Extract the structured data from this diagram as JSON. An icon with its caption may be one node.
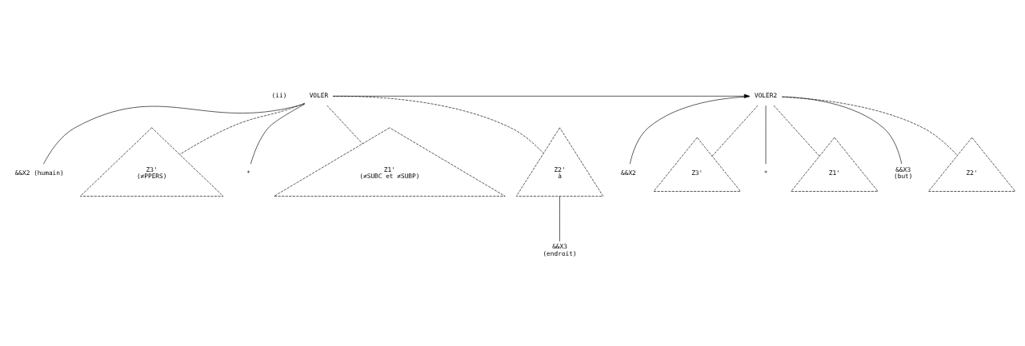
{
  "diagram": {
    "nodes": [
      {
        "text": [
          "VOLER"
        ]
      },
      {
        "text": [
          "&&X2 (humain)"
        ]
      },
      {
        "text": [
          "Z3'",
          "(≠PPERS)"
        ]
      },
      {
        "text": [
          "*"
        ]
      },
      {
        "text": [
          "Z1'",
          "(≠SUBC et ≠SUBP)"
        ]
      },
      {
        "text": [
          "Z2'",
          "à"
        ]
      },
      {
        "text": [
          "&&X3",
          "(endroit)"
        ]
      },
      {
        "text": [
          "VOLER2"
        ]
      },
      {
        "text": [
          "&&X2"
        ]
      },
      {
        "text": [
          "Z3'"
        ]
      },
      {
        "text": [
          "*"
        ]
      },
      {
        "text": [
          "Z1'"
        ]
      },
      {
        "text": [
          "&&X3",
          "(but)"
        ]
      },
      {
        "text": [
          "Z2'"
        ]
      }
    ],
    "edges": [
      {
        "from": 0,
        "to": 1,
        "arrow": "none"
      },
      {
        "from": 0,
        "to": 2,
        "arrow": "none",
        "style": "dashed"
      },
      {
        "from": 0,
        "to": 3,
        "arrow": "none"
      },
      {
        "from": 0,
        "to": 4,
        "arrow": "none",
        "style": "dashed"
      },
      {
        "from": 0,
        "to": 5,
        "arrow": "none",
        "style": "dashed"
      },
      {
        "from": 5,
        "to": 6,
        "arrow": "none"
      },
      {
        "from": 0,
        "to": 7,
        "arrow": "to"
      },
      {
        "from": 7,
        "to": 8,
        "arrow": "none"
      },
      {
        "from": 7,
        "to": 9,
        "arrow": "none",
        "style": "dashed"
      },
      {
        "from": 7,
        "to": 10,
        "arrow": "none"
      },
      {
        "from": 7,
        "to": 11,
        "arrow": "none",
        "style": "dashed"
      },
      {
        "from": 7,
        "to": 12,
        "arrow": "none"
      },
      {
        "from": 7,
        "to": 13,
        "arrow": "none",
        "style": "dashed"
      }
    ],
    "labels": [
      "(ii)"
    ]
  }
}
